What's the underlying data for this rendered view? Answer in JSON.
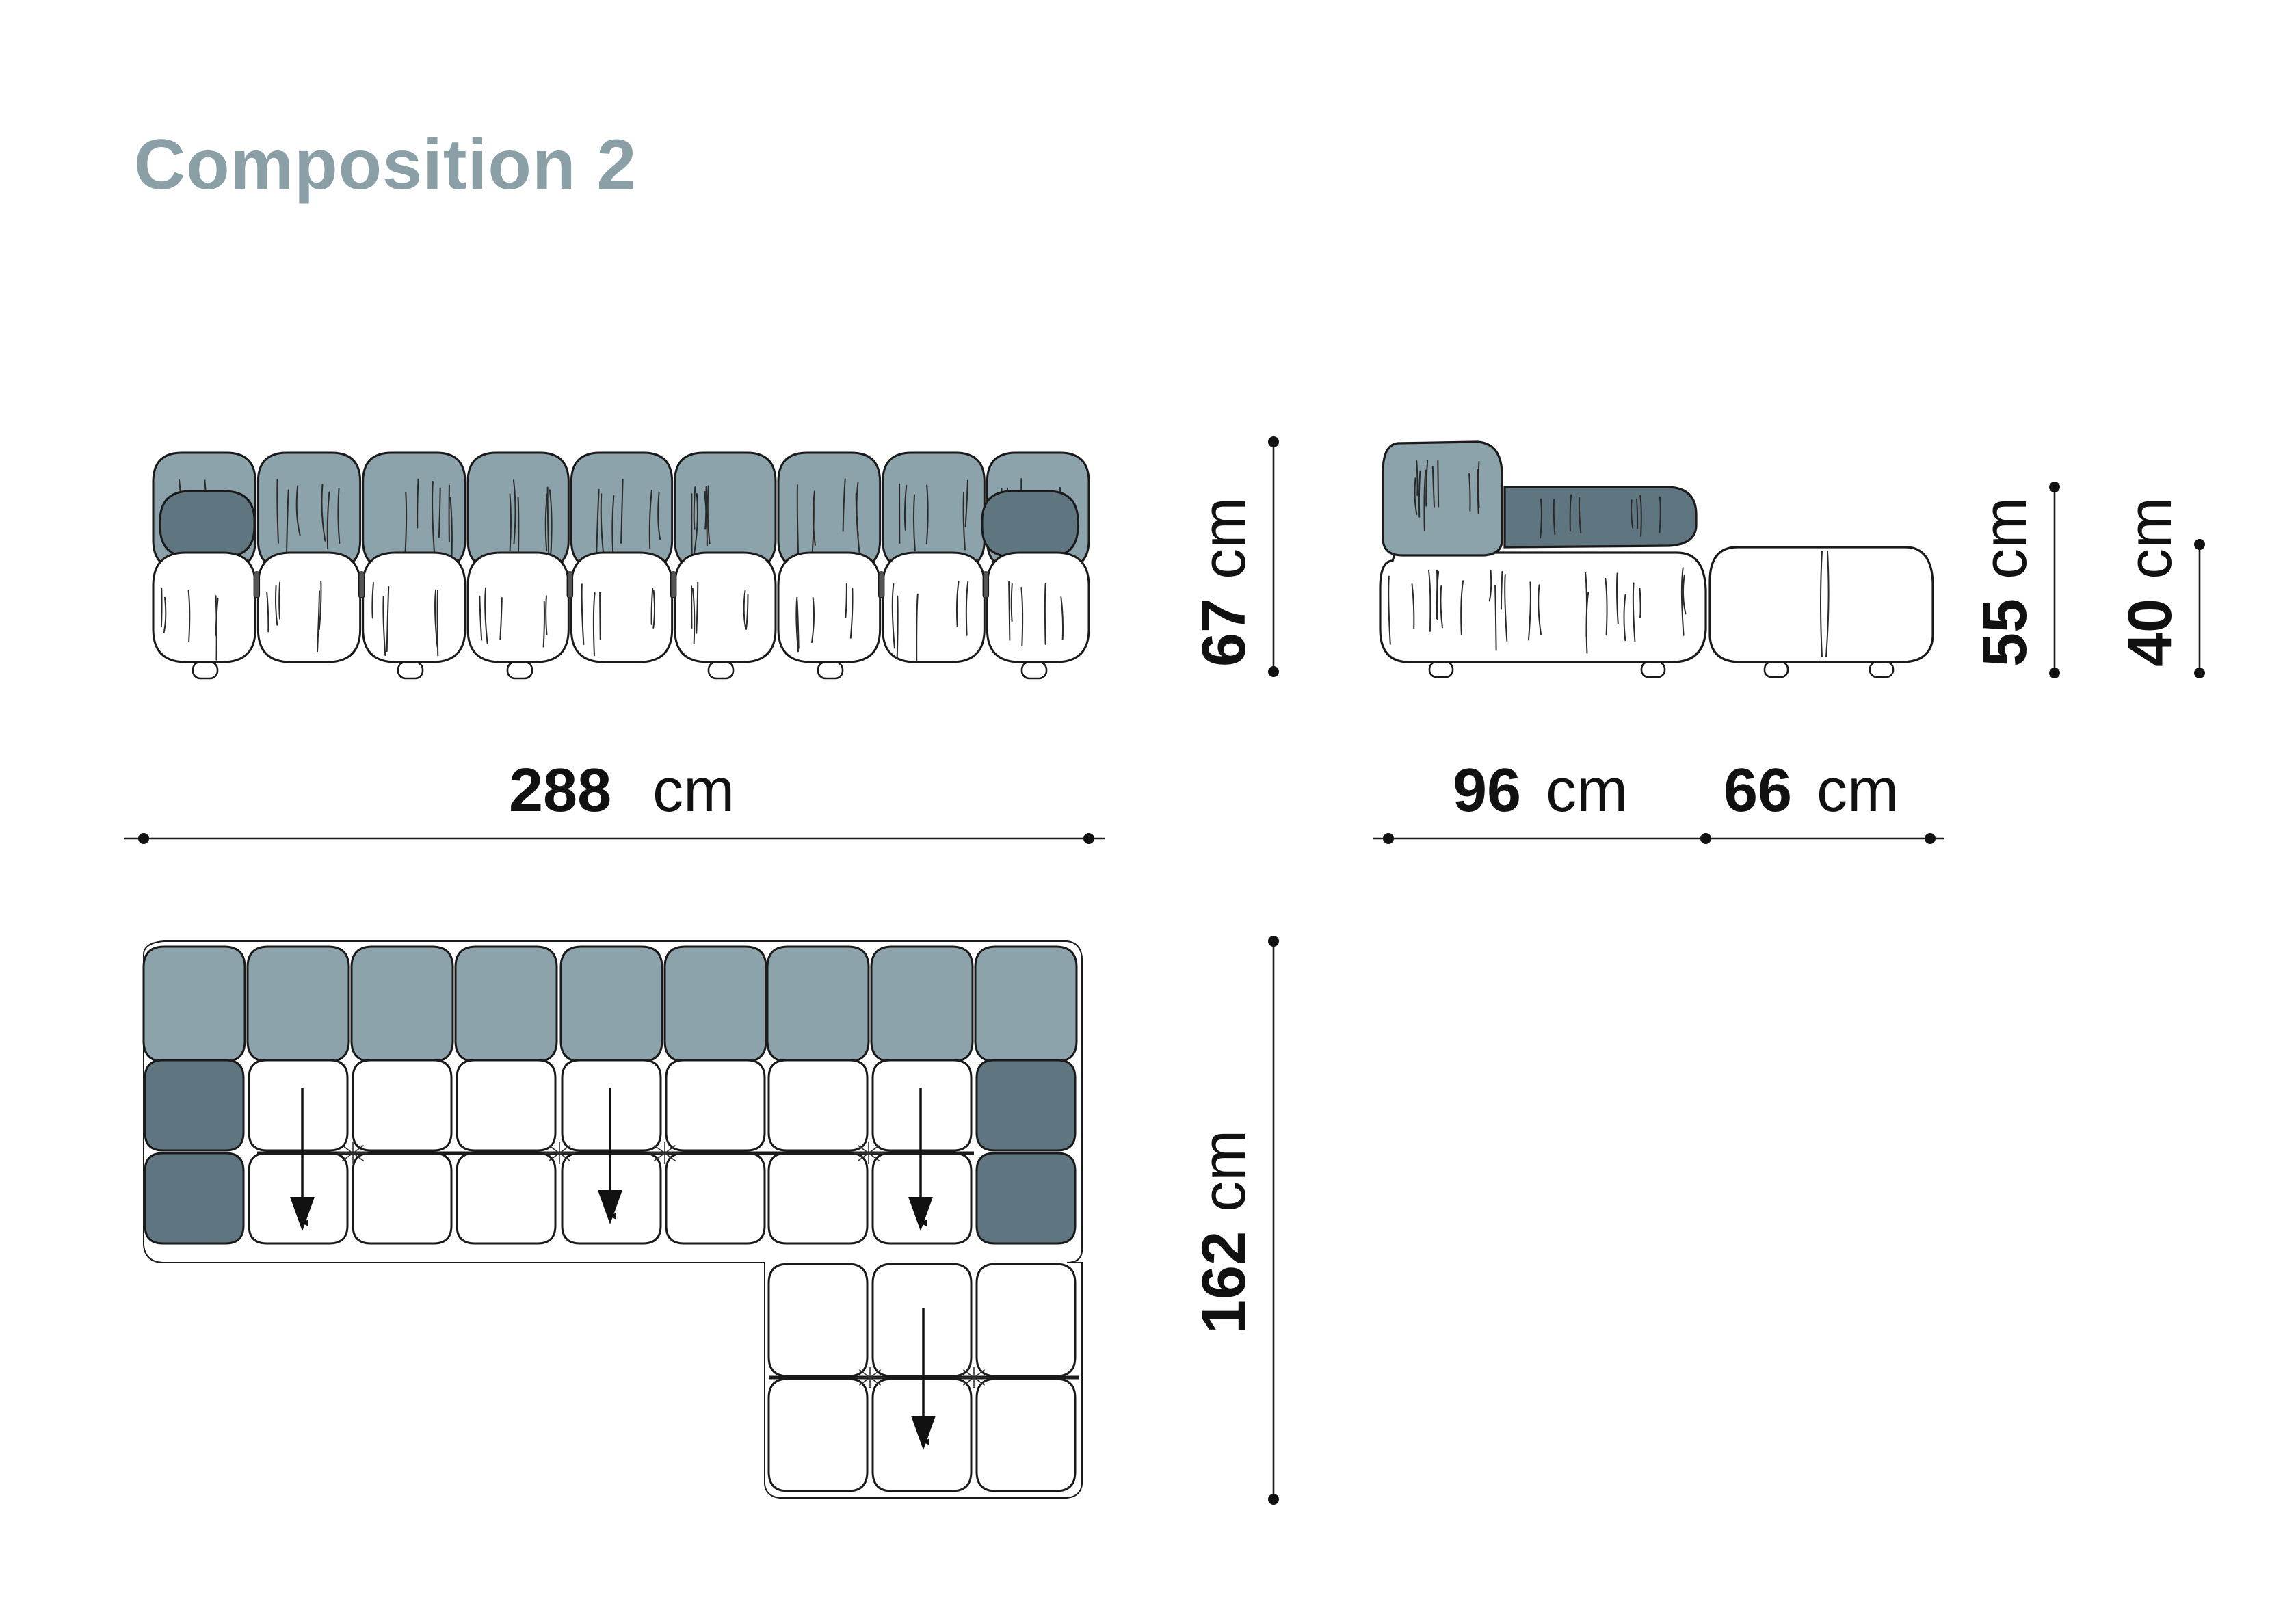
{
  "title": "Composition 2",
  "colors": {
    "title": "#8a9fa6",
    "back_cushion": "#8da3ab",
    "arm_cushion": "#5f7680",
    "seat": "#ffffff",
    "outline": "#1a1a1a"
  },
  "dimensions": {
    "front_width": {
      "value": "288",
      "unit": "cm"
    },
    "front_height": {
      "value": "67",
      "unit": "cm"
    },
    "side_depth_main": {
      "value": "96",
      "unit": "cm"
    },
    "side_depth_ottoman": {
      "value": "66",
      "unit": "cm"
    },
    "side_height_back": {
      "value": "55",
      "unit": "cm"
    },
    "side_height_seat": {
      "value": "40",
      "unit": "cm"
    },
    "top_depth": {
      "value": "162",
      "unit": "cm"
    }
  },
  "views": [
    "front-view",
    "side-view",
    "top-view"
  ]
}
